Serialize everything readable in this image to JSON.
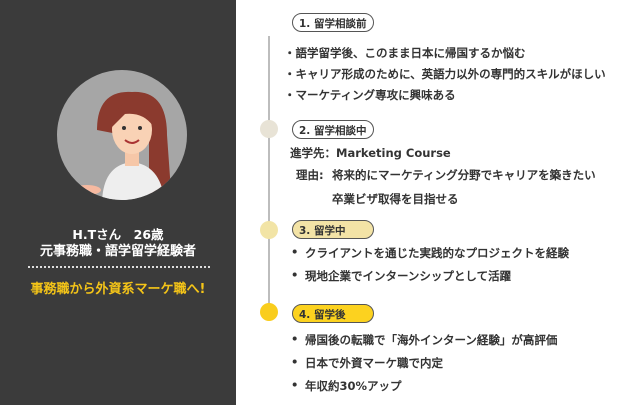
{
  "profile": {
    "name_age": "H.Tさん　26歳",
    "background": "元事務職・語学留学経験者",
    "catchphrase": "事務職から外資系マーケ職へ!"
  },
  "colors": {
    "panel": "#3b3b3b",
    "accent": "#f5c518",
    "dot1": "#e8e3d6",
    "dot2": "#f2e4a6",
    "dot3": "#f9cd1d"
  },
  "stages": [
    {
      "label": "1. 留学相談前",
      "items": [
        "・語学留学後、このまま日本に帰国するか悩む",
        "・キャリア形成のために、英語力以外の専門的スキルがほしい",
        "・マーケティング専攻に興味ある"
      ]
    },
    {
      "label": "2. 留学相談中",
      "destination": "進学先：Marketing Course",
      "reason_label": "理由:",
      "reasons": [
        "将来的にマーケティング分野でキャリアを築きたい",
        "卒業ビザ取得を目指せる"
      ]
    },
    {
      "label": "3. 留学中",
      "items": [
        "クライアントを通じた実践的なプロジェクトを経験",
        "現地企業でインターンシップとして活躍"
      ]
    },
    {
      "label": "4. 留学後",
      "items": [
        "帰国後の転職で「海外インターン経験」が高評価",
        "日本で外資マーケ職で内定",
        "年収約30%アップ"
      ]
    }
  ],
  "bullet": "•"
}
